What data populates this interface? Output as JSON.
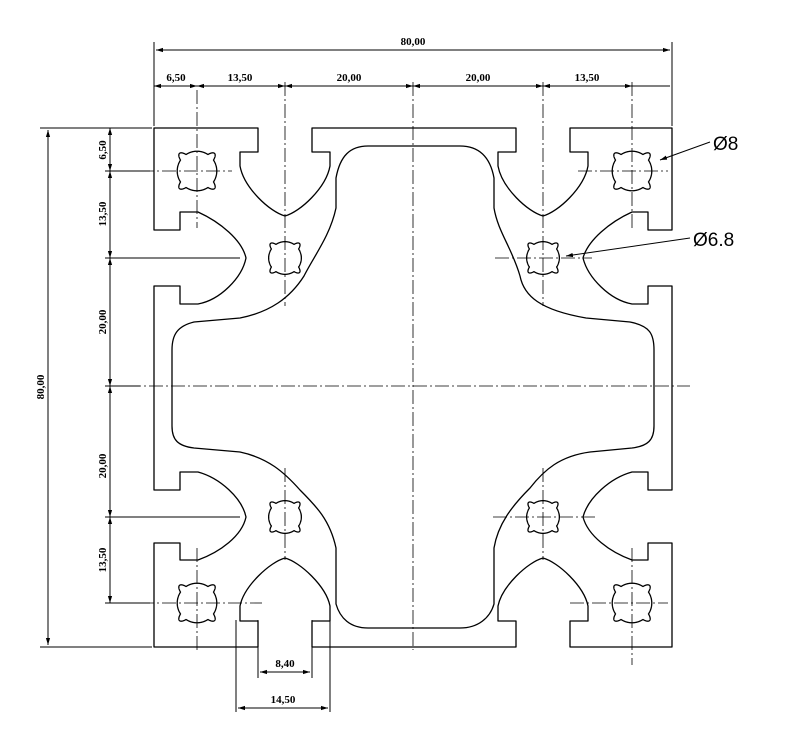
{
  "drawing": {
    "overall_width": "80,00",
    "overall_height": "80,00",
    "top_dims": [
      "6,50",
      "13,50",
      "20,00",
      "20,00",
      "13,50"
    ],
    "left_dims": [
      "6,50",
      "13,50",
      "20,00",
      "20,00",
      "13,50"
    ],
    "slot_inner_width": "8,40",
    "slot_outer_width": "14,50",
    "hole_large_label": "Ø8",
    "hole_small_label": "Ø6.8"
  }
}
